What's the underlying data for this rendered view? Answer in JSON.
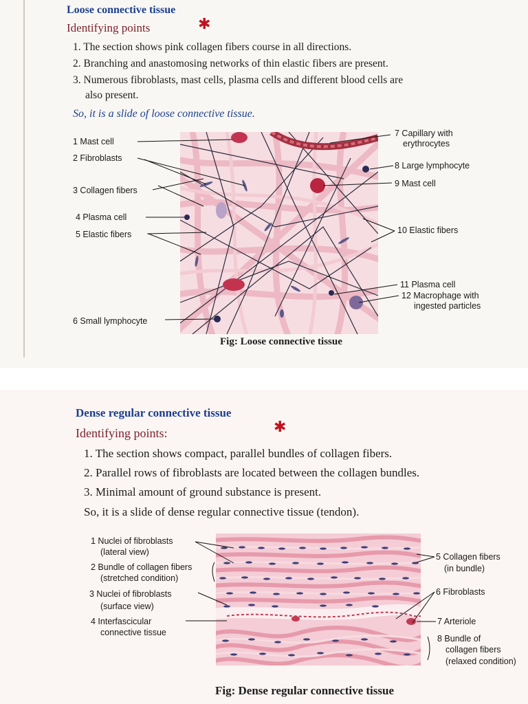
{
  "loose": {
    "title": "Loose connective tissue",
    "subtitle": "Identifying points",
    "points": [
      "1. The section shows pink collagen fibers course in all directions.",
      "2. Branching and anastomosing networks of thin elastic fibers are present.",
      "3. Numerous fibroblasts, mast cells, plasma cells and different blood cells are",
      "also present."
    ],
    "conclusion": "So, it is a slide of loose connective tissue.",
    "labels_left": [
      "1 Mast cell",
      "2 Fibroblasts",
      "3 Collagen fibers",
      "4 Plasma cell",
      "5 Elastic fibers",
      "6 Small lymphocyte"
    ],
    "labels_right": [
      "7 Capillary with",
      "erythrocytes",
      "8 Large lymphocyte",
      "9 Mast cell",
      "10 Elastic fibers",
      "11 Plasma cell",
      "12 Macrophage with",
      "ingested particles"
    ],
    "caption": "Fig: Loose connective tissue"
  },
  "dense": {
    "title": "Dense regular connective tissue",
    "subtitle": "Identifying points:",
    "points": [
      "1. The section shows compact, parallel bundles of collagen fibers.",
      "2. Parallel rows of fibroblasts are located between the collagen bundles.",
      "3. Minimal amount of ground substance is present.",
      "So, it is a slide of dense regular connective tissue (tendon)."
    ],
    "labels_left": [
      "1 Nuclei of fibroblasts",
      "(lateral view)",
      "2 Bundle of collagen fibers",
      "(stretched condition)",
      "3 Nuclei of fibroblasts",
      "(surface view)",
      "4 Interfascicular",
      "connective tissue"
    ],
    "labels_right": [
      "5 Collagen fibers",
      "(in bundle)",
      "6 Fibroblasts",
      "7 Arteriole",
      "8 Bundle of",
      "collagen fibers",
      "(relaxed condition)"
    ],
    "caption": "Fig: Dense regular connective tissue"
  },
  "colors": {
    "heading": "#1b3f8f",
    "subheading": "#7a1f2a",
    "tissue_pink": "#f1c6cf",
    "nucleus": "#2a2a55",
    "mark": "#c1121f"
  }
}
